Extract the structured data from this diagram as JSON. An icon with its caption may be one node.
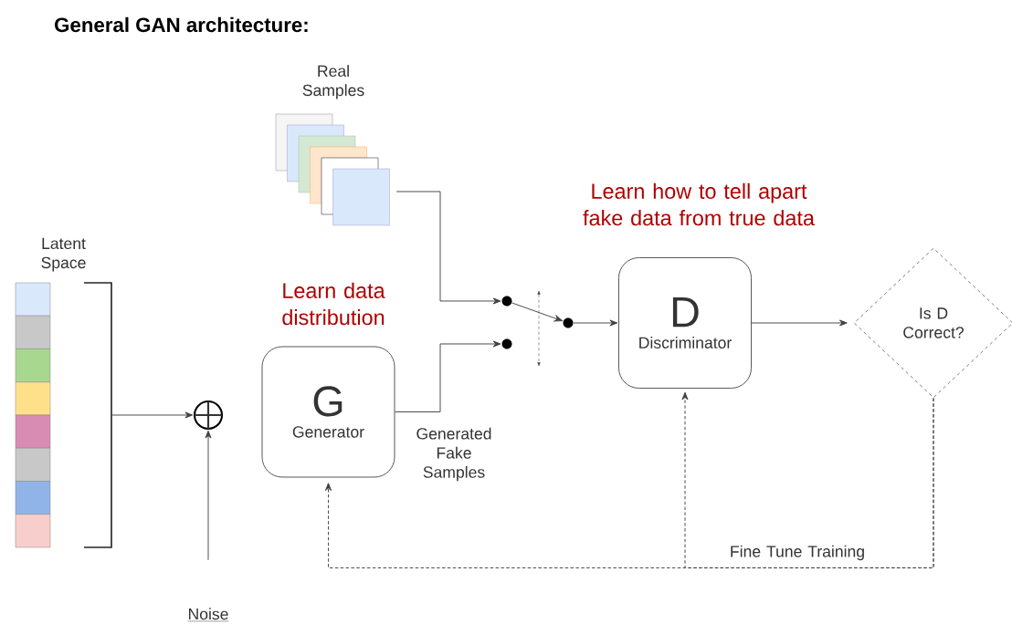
{
  "diagram": {
    "title": "General GAN architecture:",
    "nodes": [
      {
        "text": [
          "Latent Space"
        ]
      },
      {
        "text": [],
        "shape": "circle"
      },
      {
        "text": [
          "Noise"
        ]
      },
      {
        "text": [
          "G",
          "Generator"
        ]
      },
      {
        "text": [
          "Real Samples"
        ]
      },
      {
        "text": [],
        "shape": "circle"
      },
      {
        "text": [],
        "shape": "circle"
      },
      {
        "text": [],
        "shape": "circle"
      },
      {
        "text": [
          "D",
          "Discriminator"
        ]
      },
      {
        "text": [
          "Is D Correct?"
        ]
      }
    ],
    "edges": [
      {
        "from": 0,
        "to": 1,
        "arrow": "to"
      },
      {
        "from": 2,
        "to": 1,
        "arrow": "to"
      },
      {
        "from": 4,
        "to": 5,
        "arrow": "to"
      },
      {
        "from": 3,
        "to": 6,
        "arrow": "to",
        "label": "Generated Fake Samples"
      },
      {
        "from": 5,
        "to": 7,
        "arrow": "to"
      },
      {
        "from": 7,
        "to": 8,
        "arrow": "to"
      },
      {
        "from": 8,
        "to": 9,
        "arrow": "to"
      },
      {
        "from": 9,
        "to": 8,
        "arrow": "to",
        "style": "dashed"
      },
      {
        "from": 9,
        "to": 3,
        "arrow": "to",
        "style": "dashed",
        "label": "Fine Tune Training"
      }
    ],
    "labels": [
      "Learn data distribution",
      "Learn how to tell apart fake data from true data"
    ]
  }
}
